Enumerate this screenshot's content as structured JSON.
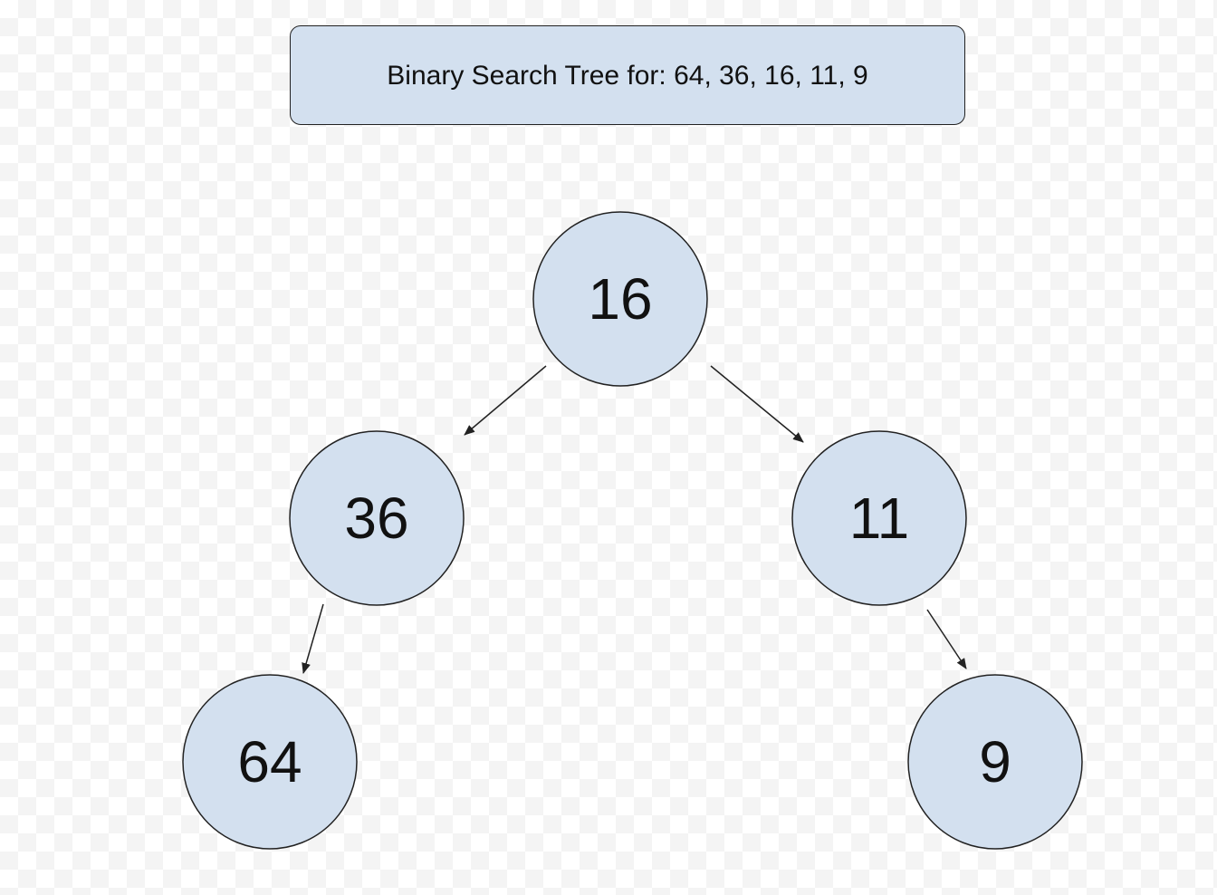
{
  "title": "Binary Search Tree for: 64, 36, 16, 11, 9",
  "nodes": [
    {
      "id": "n16",
      "label": "16"
    },
    {
      "id": "n36",
      "label": "36"
    },
    {
      "id": "n11",
      "label": "11"
    },
    {
      "id": "n64",
      "label": "64"
    },
    {
      "id": "n9",
      "label": "9"
    }
  ],
  "edges": [
    {
      "from": "n16",
      "to": "n36"
    },
    {
      "from": "n16",
      "to": "n11"
    },
    {
      "from": "n36",
      "to": "n64"
    },
    {
      "from": "n11",
      "to": "n9"
    }
  ],
  "colors": {
    "node_fill": "#d3e0ef",
    "stroke": "#222222"
  }
}
